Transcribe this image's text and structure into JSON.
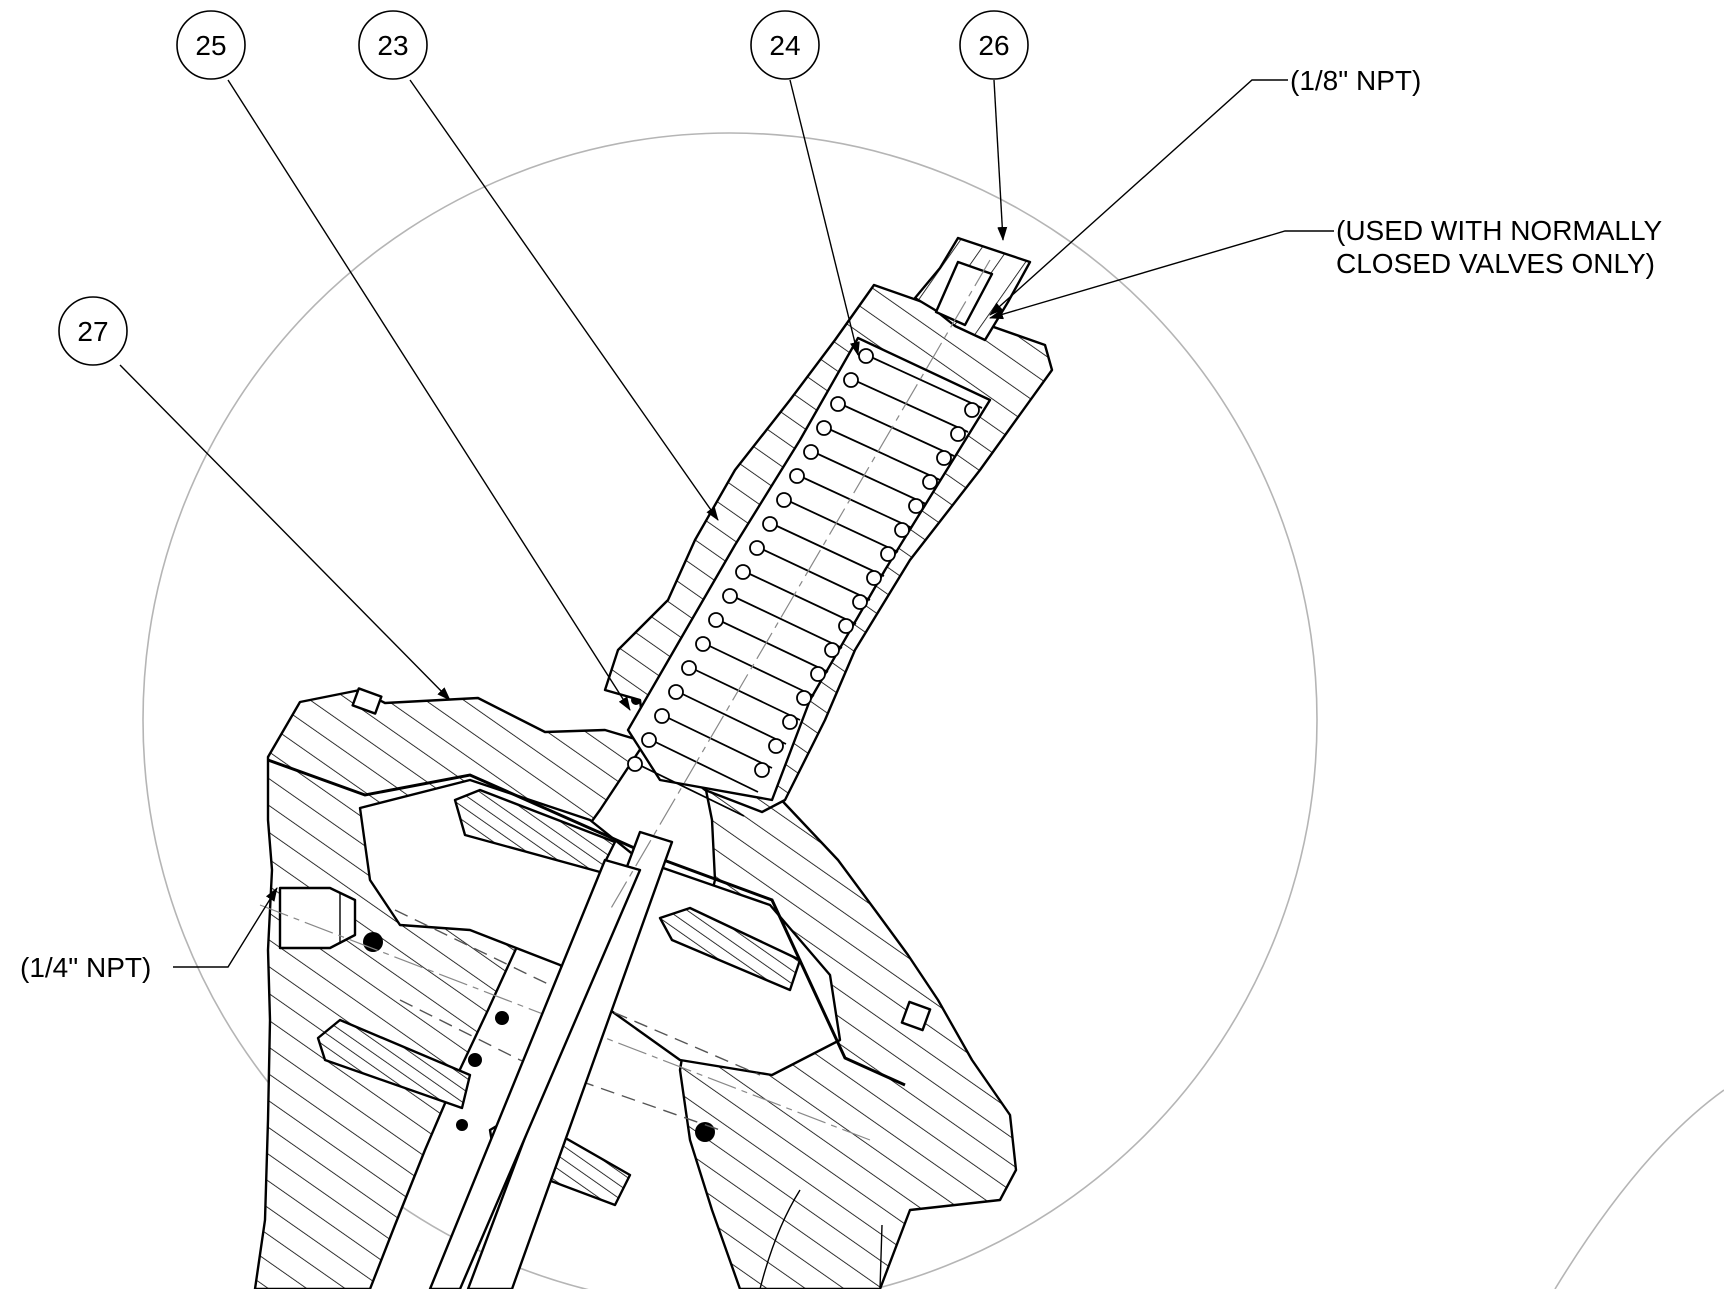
{
  "callouts": [
    {
      "id": "c25",
      "label": "25"
    },
    {
      "id": "c23",
      "label": "23"
    },
    {
      "id": "c24",
      "label": "24"
    },
    {
      "id": "c26",
      "label": "26"
    },
    {
      "id": "c27",
      "label": "27"
    }
  ],
  "notes": {
    "npt_eighth": "(1/8\" NPT)",
    "normally_closed_line1": "(USED WITH NORMALLY",
    "normally_closed_line2": "CLOSED VALVES ONLY)",
    "npt_quarter": "(1/4\" NPT)"
  },
  "colors": {
    "line": "#000000",
    "detail_circle": "#b5b5b5",
    "background": "#ffffff"
  }
}
